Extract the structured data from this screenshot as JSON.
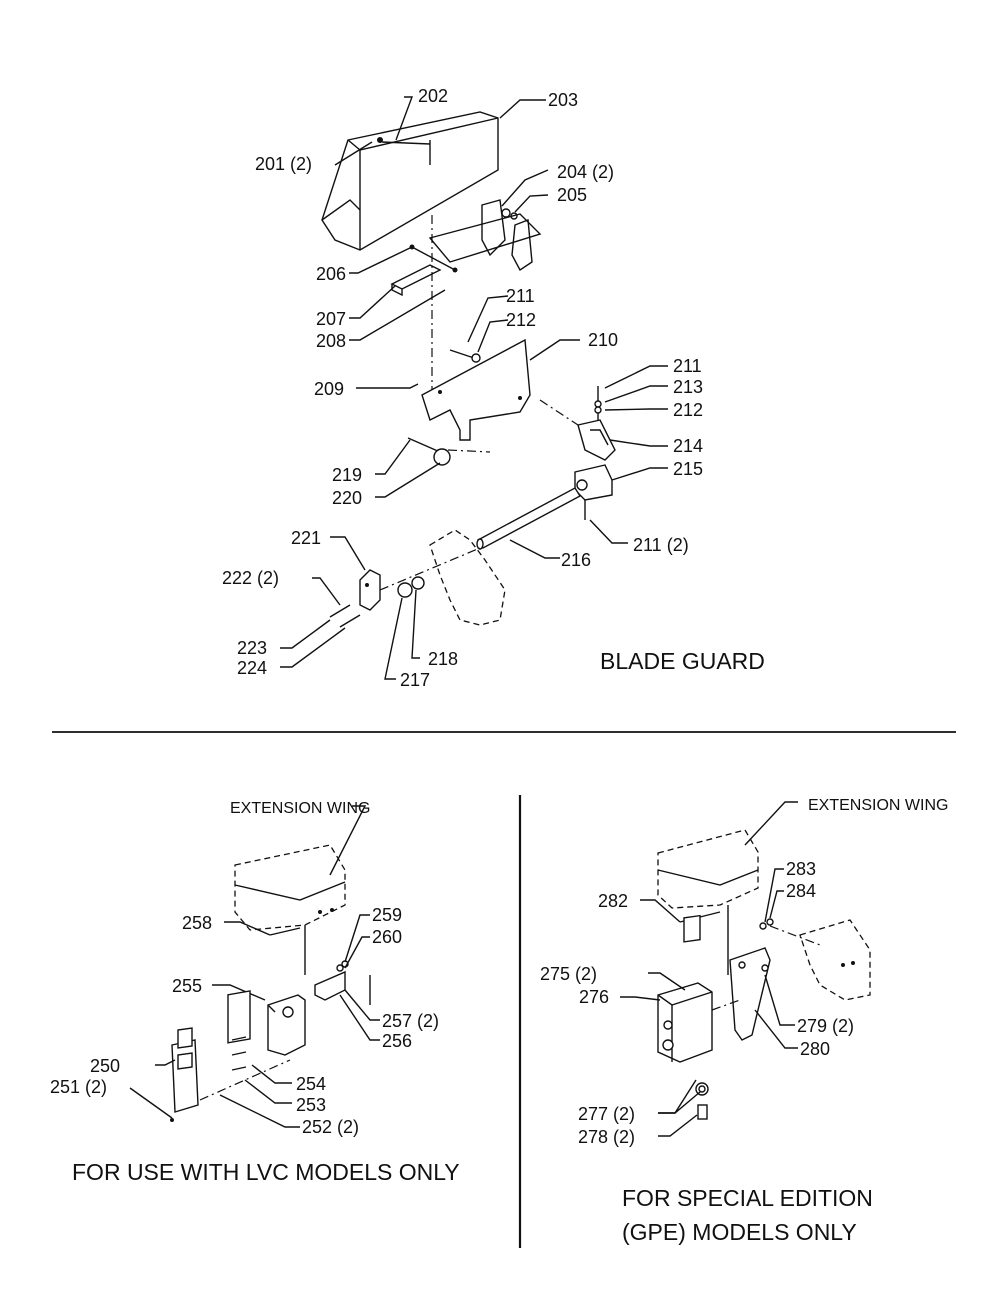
{
  "sections": {
    "blade_guard": {
      "title": "BLADE GUARD",
      "callouts": [
        "202",
        "203",
        "201 (2)",
        "204 (2)",
        "205",
        "206",
        "207",
        "208",
        "211",
        "212",
        "210",
        "209",
        "211",
        "213",
        "212",
        "214",
        "215",
        "219",
        "220",
        "211 (2)",
        "221",
        "216",
        "222 (2)",
        "223",
        "224",
        "218",
        "217"
      ]
    },
    "lvc": {
      "title": "FOR USE WITH LVC MODELS ONLY",
      "wing_label": "EXTENSION WING",
      "callouts": [
        "258",
        "259",
        "260",
        "255",
        "257 (2)",
        "256",
        "250",
        "251 (2)",
        "254",
        "253",
        "252 (2)"
      ]
    },
    "gpe": {
      "title_line1": "FOR SPECIAL EDITION",
      "title_line2": "(GPE) MODELS ONLY",
      "wing_label": "EXTENSION WING",
      "callouts": [
        "283",
        "284",
        "282",
        "275 (2)",
        "276",
        "279 (2)",
        "280",
        "277 (2)",
        "278 (2)"
      ]
    }
  }
}
